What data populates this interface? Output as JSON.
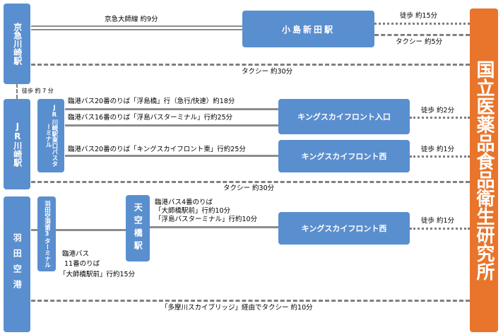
{
  "stations": {
    "keikyu_kawasaki": "京急川崎駅",
    "jr_kawasaki": "JR川崎駅",
    "haneda": "羽田空港",
    "jr_bus_terminal": "JR川崎駅東口バスターミナル",
    "haneda_terminal3": "羽田空港第3ターミナル",
    "tenkubashi": "天空橋駅",
    "kojima_shinden": "小島新田駅",
    "kings_entrance": "キングスカイフロント入口",
    "kings_west_1": "キングスカイフロント西",
    "kings_west_2": "キングスカイフロント西",
    "destination": "国立医薬品食品衛生研究所"
  },
  "routes": {
    "keikyu_daishi": "京急大師線 約9分",
    "walk_15": "徒歩 約15分",
    "taxi_5": "タクシー 約5分",
    "taxi_30_a": "タクシー 約30分",
    "walk_7": "徒歩 約 7 分",
    "bus20_ukishimabashi": "臨港バス20番のりば「浮島橋」行（急行/快速）約18分",
    "bus16_ukishima_terminal": "臨港バス16番のりば「浮島バスターミナル」行約25分",
    "bus20_kings_east": "臨港バス20番のりば「キングスカイフロント東」行約25分",
    "walk_2": "徒歩 約2分",
    "walk_1_a": "徒歩 約1分",
    "taxi_30_b": "タクシー 約30分",
    "bus4_line1": "臨港バス4番のりば",
    "bus4_line2": "「大師橋駅前」行約10分",
    "bus4_line3": "「浮島バスターミナル」行約10分",
    "bus11_line1": "臨港バス",
    "bus11_line2": "11番のりば",
    "bus11_line3": "「大師橋駅前」行約15分",
    "walk_1_b": "徒歩 約1分",
    "taxi_tamagawa": "「多摩川スカイブリッジ」経由でタクシー 約10分"
  }
}
